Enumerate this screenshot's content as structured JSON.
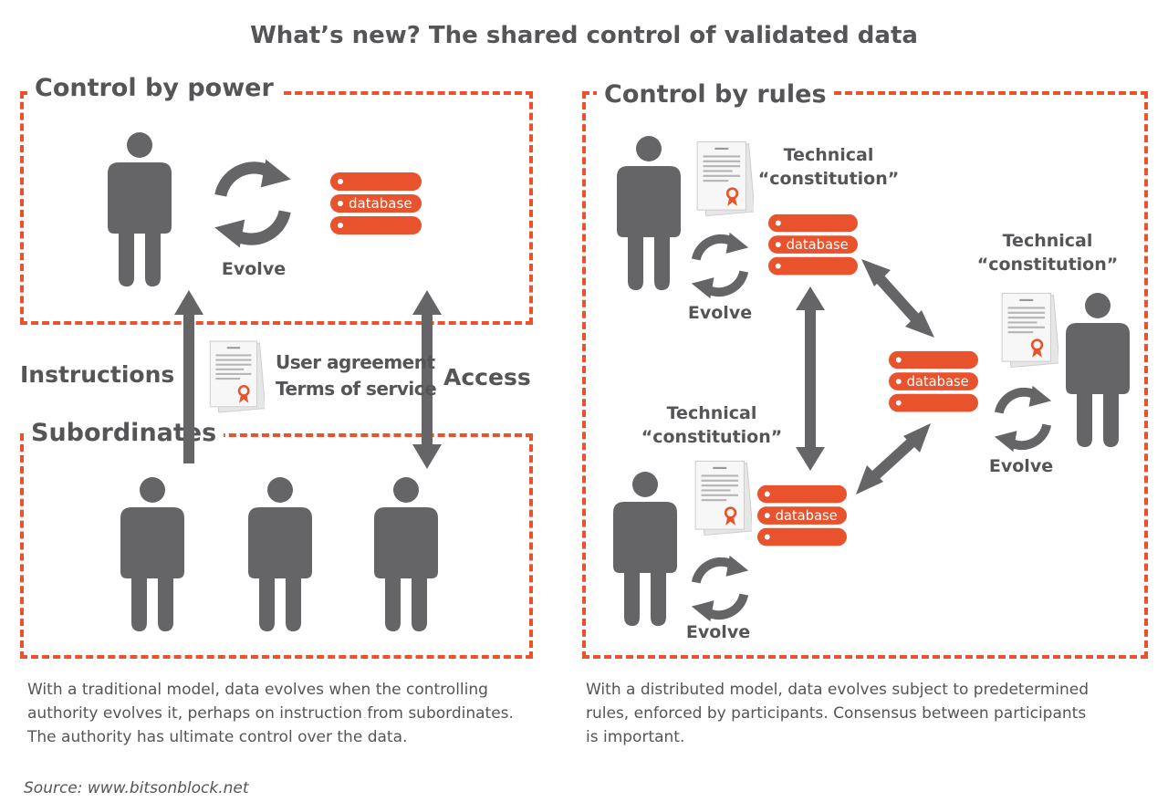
{
  "title": "What’s new? The shared control of validated data",
  "left_panel": {
    "heading": "Control by power",
    "evolve_label": "Evolve",
    "database_label": "database"
  },
  "subordinates_panel": {
    "heading": "Subordinates"
  },
  "connectors": {
    "instructions_label": "Instructions",
    "access_label": "Access",
    "agreement_line1": "User agreement",
    "agreement_line2": "Terms of service"
  },
  "right_panel": {
    "heading": "Control by rules",
    "nodes": [
      {
        "constitution_line1": "Technical",
        "constitution_line2": "“constitution”",
        "evolve_label": "Evolve",
        "database_label": "database"
      },
      {
        "constitution_line1": "Technical",
        "constitution_line2": "“constitution”",
        "evolve_label": "Evolve",
        "database_label": "database"
      },
      {
        "constitution_line1": "Technical",
        "constitution_line2": "“constitution”",
        "evolve_label": "Evolve",
        "database_label": "database"
      }
    ]
  },
  "captions": {
    "left_line1": "With a traditional model, data evolves when the controlling",
    "left_line2": "authority evolves it, perhaps on instruction from subordinates.",
    "left_line3": "The authority has ultimate control over the data.",
    "right_line1": "With a distributed model, data evolves subject to predetermined",
    "right_line2": "rules, enforced by participants. Consensus between participants",
    "right_line3": "is important."
  },
  "source": "Source: www.bitsonblock.net",
  "colors": {
    "accent": "#e8532d",
    "figure": "#656567",
    "text": "#555558"
  }
}
